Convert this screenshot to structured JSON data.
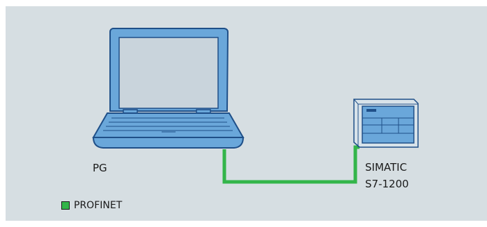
{
  "labels": {
    "pg": "PG",
    "plc_line1": "SIMATIC",
    "plc_line2": "S7-1200"
  },
  "legend": {
    "label": "PROFINET",
    "color": "#33b54a"
  },
  "colors": {
    "background": "#d6dee2",
    "device_blue": "#6aa7da",
    "device_dark": "#1f4f88",
    "screen": "#c9d4dc",
    "plc_body": "#d8e3ea",
    "cable": "#33b54a"
  },
  "icons": [
    "laptop-icon",
    "plc-icon"
  ]
}
